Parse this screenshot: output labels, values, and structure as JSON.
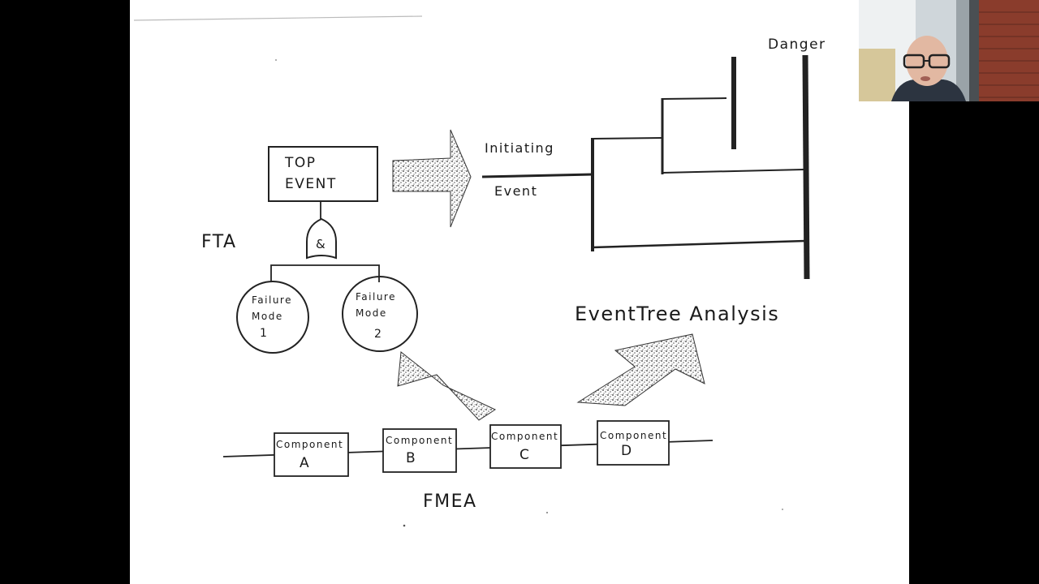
{
  "slide": {
    "fta": {
      "label": "FTA",
      "top_event": [
        "TOP",
        "EVENT"
      ],
      "gate_symbol": "&",
      "failure_modes": [
        {
          "line1": "Failure",
          "line2": "Mode",
          "num": "1"
        },
        {
          "line1": "Failure",
          "line2": "Mode",
          "num": "2"
        }
      ]
    },
    "event_tree": {
      "initiating": "Initiating",
      "event": "Event",
      "danger": "Danger",
      "title": "EventTree Analysis"
    },
    "fmea": {
      "label": "FMEA",
      "components": [
        {
          "name": "Component",
          "letter": "A"
        },
        {
          "name": "Component",
          "letter": "B"
        },
        {
          "name": "Component",
          "letter": "C"
        },
        {
          "name": "Component",
          "letter": "D"
        }
      ]
    }
  },
  "webcam": {
    "icon": "presenter-webcam"
  },
  "colors": {
    "ink": "#1a1a1a",
    "paper": "#ffffff",
    "frame": "#000000"
  }
}
